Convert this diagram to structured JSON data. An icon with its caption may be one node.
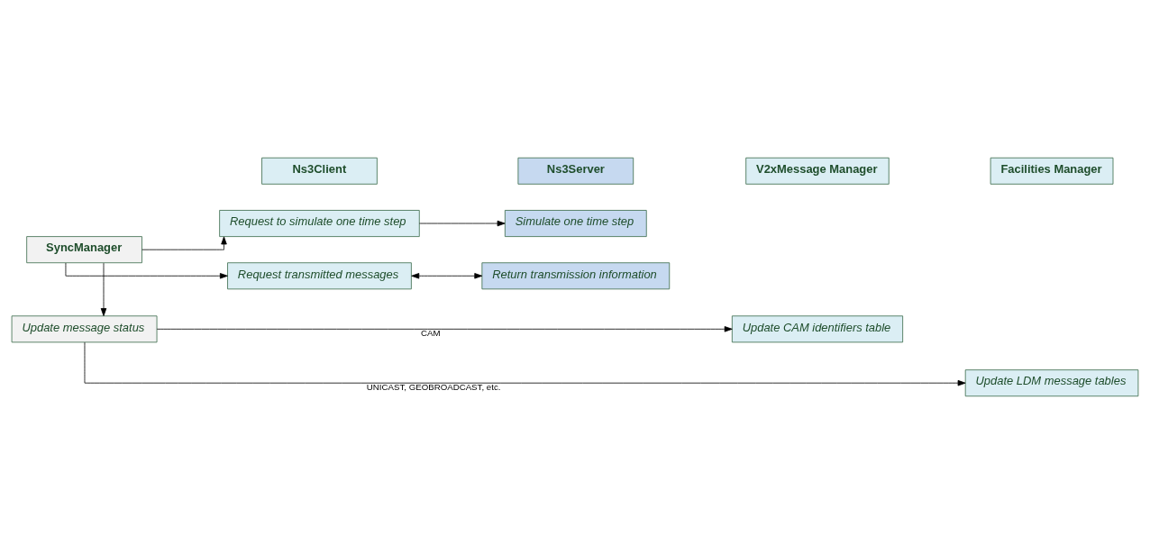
{
  "diagram": {
    "nodes": [
      {
        "text": [
          "SyncManager"
        ]
      },
      {
        "text": [
          "Ns3Client"
        ]
      },
      {
        "text": [
          "Ns3Server"
        ]
      },
      {
        "text": [
          "V2xMessage Manager"
        ]
      },
      {
        "text": [
          "Facilities Manager"
        ]
      },
      {
        "text": [
          "Request to simulate one time step"
        ]
      },
      {
        "text": [
          "Simulate one time step"
        ]
      },
      {
        "text": [
          "Request transmitted messages"
        ]
      },
      {
        "text": [
          "Return transmission information"
        ]
      },
      {
        "text": [
          "Update message status"
        ]
      },
      {
        "text": [
          "Update CAM identifiers table"
        ]
      },
      {
        "text": [
          "Update LDM message tables"
        ]
      }
    ],
    "edges": [
      {
        "from": 0,
        "to": 5,
        "arrow": "to"
      },
      {
        "from": 0,
        "to": 7,
        "arrow": "to"
      },
      {
        "from": 0,
        "to": 9,
        "arrow": "to"
      },
      {
        "from": 5,
        "to": 6,
        "arrow": "to"
      },
      {
        "from": 7,
        "to": 8,
        "arrow": "both"
      },
      {
        "from": 9,
        "to": 10,
        "arrow": "to",
        "label": "CAM"
      },
      {
        "from": 9,
        "to": 11,
        "arrow": "to",
        "label": "UNICAST, GEOBROADCAST, etc."
      }
    ]
  }
}
